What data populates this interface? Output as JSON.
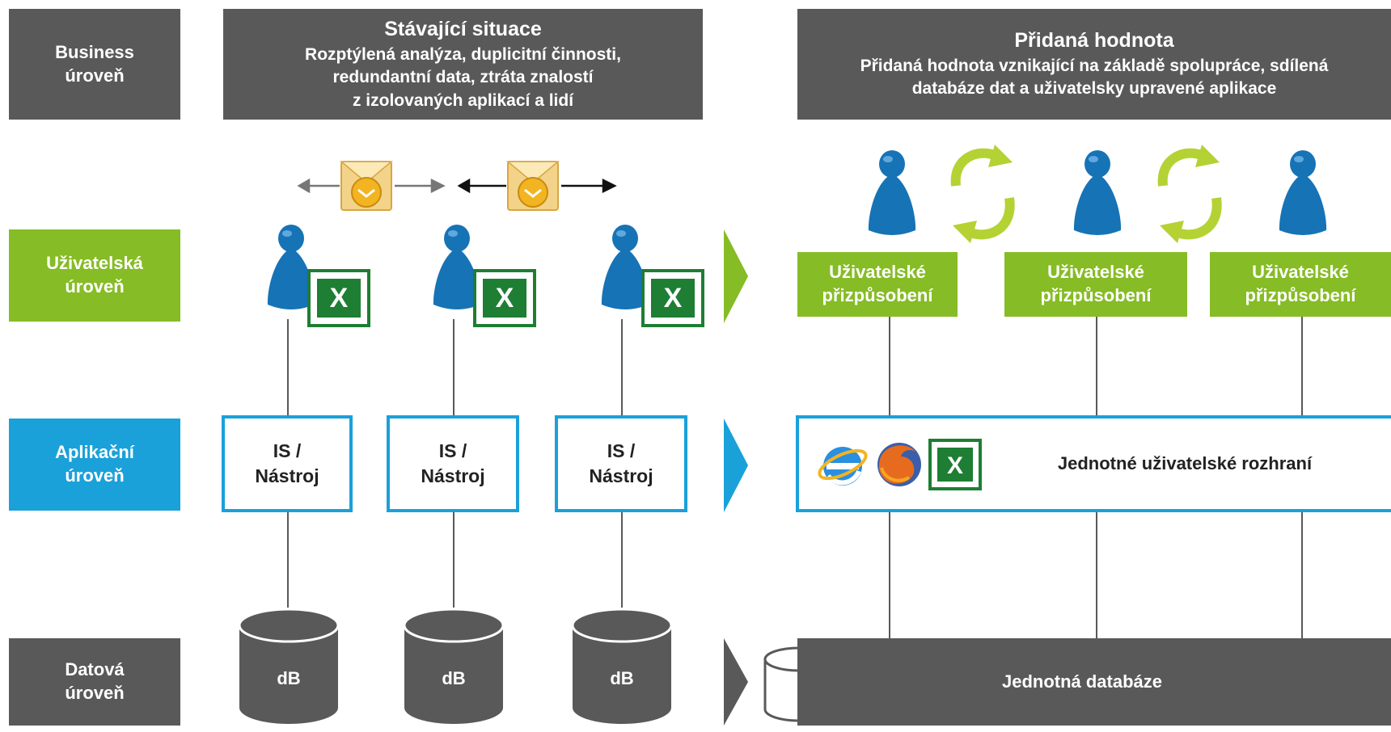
{
  "levels": {
    "business": [
      "Business",
      "úroveň"
    ],
    "user": [
      "Uživatelská",
      "úroveň"
    ],
    "app": [
      "Aplikační",
      "úroveň"
    ],
    "data": [
      "Datová",
      "úroveň"
    ]
  },
  "current": {
    "title": "Stávající situace",
    "lines": [
      "Rozptýlená analýza, duplicitní činnosti,",
      "redundantní data, ztráta znalostí",
      "z izolovaných aplikací a lidí"
    ],
    "tools": [
      {
        "l1": "IS /",
        "l2": "Nástroj"
      },
      {
        "l1": "IS /",
        "l2": "Nástroj"
      },
      {
        "l1": "IS /",
        "l2": "Nástroj"
      }
    ],
    "databases": [
      "dB",
      "dB",
      "dB"
    ]
  },
  "added": {
    "title": "Přidaná hodnota",
    "lines": [
      "Přidaná hodnota vznikající na základě spolupráce, sdílená",
      "databáze dat a uživatelsky upravené aplikace"
    ],
    "customizations": [
      {
        "l1": "Uživatelské",
        "l2": "přizpůsobení"
      },
      {
        "l1": "Uživatelské",
        "l2": "přizpůsobení"
      },
      {
        "l1": "Uživatelské",
        "l2": "přizpůsobení"
      }
    ],
    "unified_ui": "Jednotné uživatelské rozhraní",
    "unified_db": "Jednotná databáze"
  },
  "colors": {
    "dark": "#595959",
    "green": "#86bc25",
    "blue": "#1aa1d9",
    "person": "#1673b6",
    "excel": "#1e7e34",
    "cycle": "#b4d233"
  },
  "icons": [
    "person-icon",
    "excel-icon",
    "outlook-envelope-icon",
    "database-icon",
    "cycle-arrows-icon",
    "internet-explorer-icon",
    "firefox-icon",
    "arrow-chevron-icon"
  ]
}
